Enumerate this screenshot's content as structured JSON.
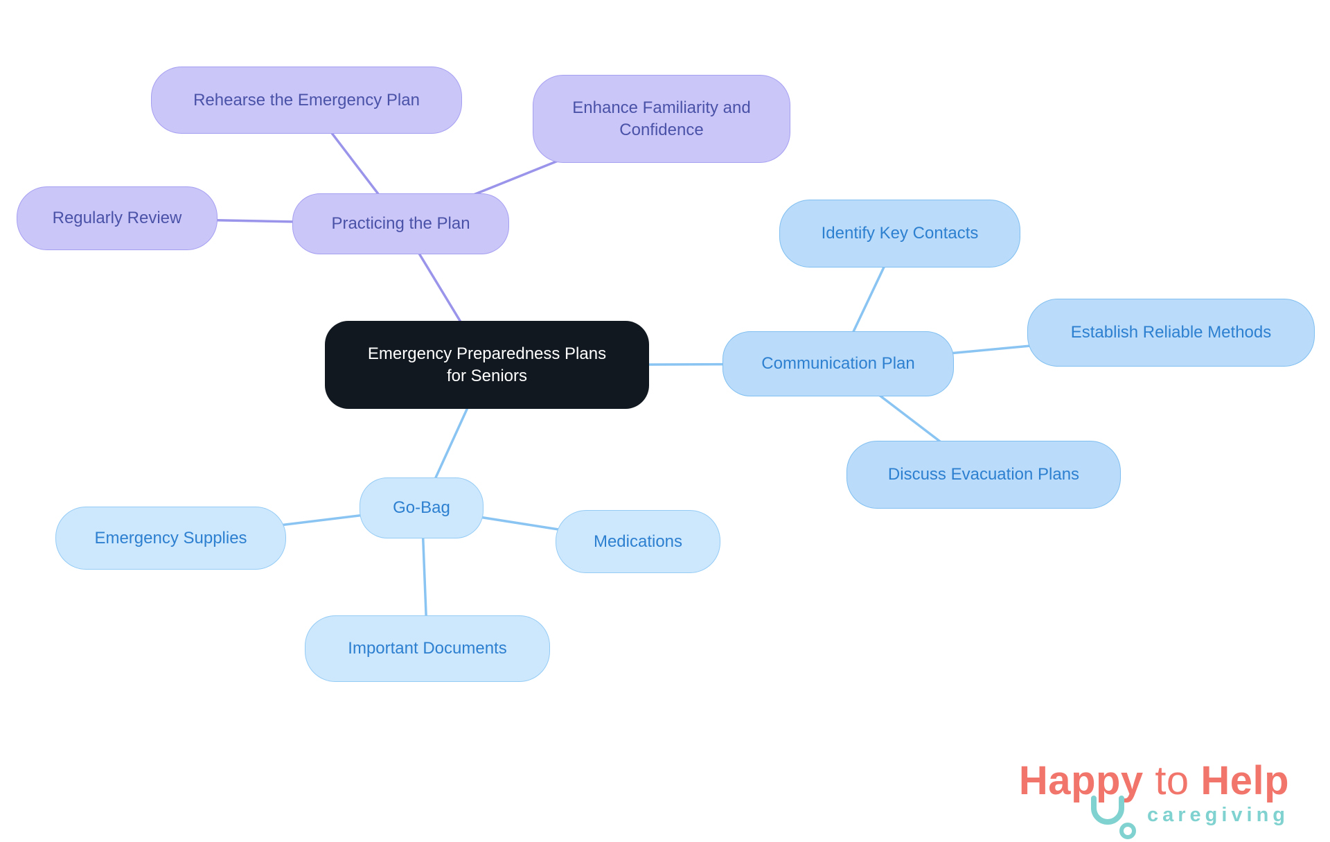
{
  "colors": {
    "root_bg": "#11181f",
    "root_text": "#ffffff",
    "purple_fill": "#cbc6f8",
    "purple_border": "#a59ff2",
    "purple_text": "#4a52a8",
    "purple_edge": "#9a94ea",
    "blue_fill": "#badcfa",
    "blue_border": "#7fbef0",
    "blue_light_fill": "#cde8fd",
    "blue_light_border": "#94cbf5",
    "blue_text": "#2d7fd0",
    "blue_edge": "#8ac4f2",
    "logo_coral": "#f2756b",
    "logo_teal": "#7fd2cf"
  },
  "mindmap": {
    "root": {
      "label": "Emergency Preparedness Plans for Seniors"
    },
    "branches": [
      {
        "label": "Practicing the Plan",
        "children": [
          {
            "label": "Rehearse the Emergency Plan"
          },
          {
            "label": "Enhance Familiarity and Confidence"
          },
          {
            "label": "Regularly Review"
          }
        ]
      },
      {
        "label": "Communication Plan",
        "children": [
          {
            "label": "Identify Key Contacts"
          },
          {
            "label": "Establish Reliable Methods"
          },
          {
            "label": "Discuss Evacuation Plans"
          }
        ]
      },
      {
        "label": "Go-Bag",
        "children": [
          {
            "label": "Emergency Supplies"
          },
          {
            "label": "Medications"
          },
          {
            "label": "Important Documents"
          }
        ]
      }
    ]
  },
  "logo": {
    "word1": "Happy",
    "word2": "to",
    "word3": "Help",
    "tagline": "caregiving"
  }
}
